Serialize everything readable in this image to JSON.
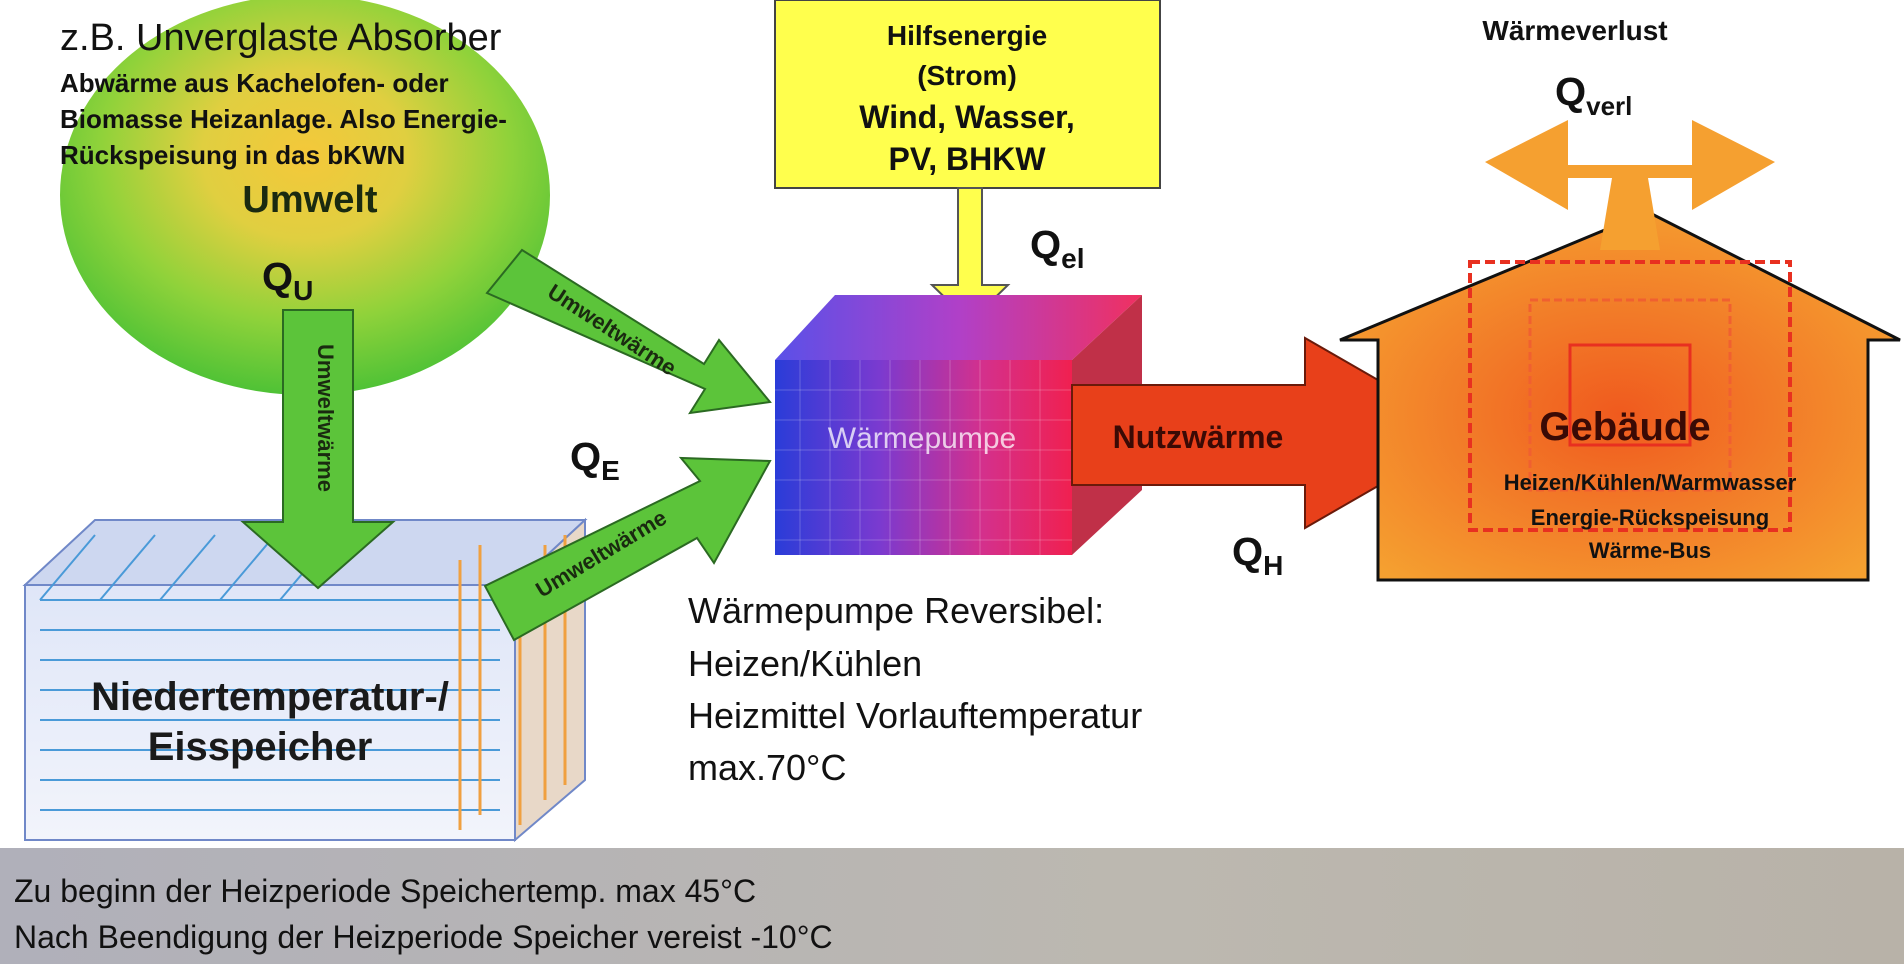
{
  "environment": {
    "example_title": "z.B. Unverglaste Absorber",
    "note_lines": [
      "Abwärme aus Kachelofen- oder",
      "Biomasse Heizanlage. Also Energie-",
      "Rückspeisung in das bKWN"
    ],
    "label": "Umwelt",
    "q_symbol": "Q",
    "q_sub": "U"
  },
  "aux_energy": {
    "lines": [
      "Hilfsenergie",
      "(Strom)",
      "Wind, Wasser,",
      "PV, BHKW"
    ],
    "q_symbol": "Q",
    "q_sub": "el"
  },
  "heat_loss": {
    "title": "Wärmeverlust",
    "q_symbol": "Q",
    "q_sub": "verl"
  },
  "heat_pump": {
    "label": "Wärmepumpe",
    "description_lines": [
      "Wärmepumpe Reversibel:",
      "Heizen/Kühlen",
      "Heizmittel Vorlauftemperatur",
      "max.70°C"
    ]
  },
  "arrows": {
    "env_to_storage": "Umweltwärme",
    "env_to_pump": "Umweltwärme",
    "storage_to_pump": "Umweltwärme",
    "useful_heat": "Nutzwärme"
  },
  "storage": {
    "line1": "Niedertemperatur-/",
    "line2": "Eisspeicher",
    "q_symbol": "Q",
    "q_sub": "E"
  },
  "building": {
    "label": "Gebäude",
    "lines": [
      "Heizen/Kühlen/Warmwasser",
      "Energie-Rückspeisung",
      "Wärme-Bus"
    ],
    "q_symbol": "Q",
    "q_sub": "H"
  },
  "footer": {
    "line1": "Zu  beginn der Heizperiode Speichertemp. max 45°C",
    "line2": "Nach Beendigung der Heizperiode Speicher vereist -10°C"
  },
  "colors": {
    "green": "#5cc43a",
    "yellow": "#ffff4d",
    "orange": "#f5a030",
    "red_arrow": "#e8401a",
    "footer_bg": "#b3b0ac"
  }
}
